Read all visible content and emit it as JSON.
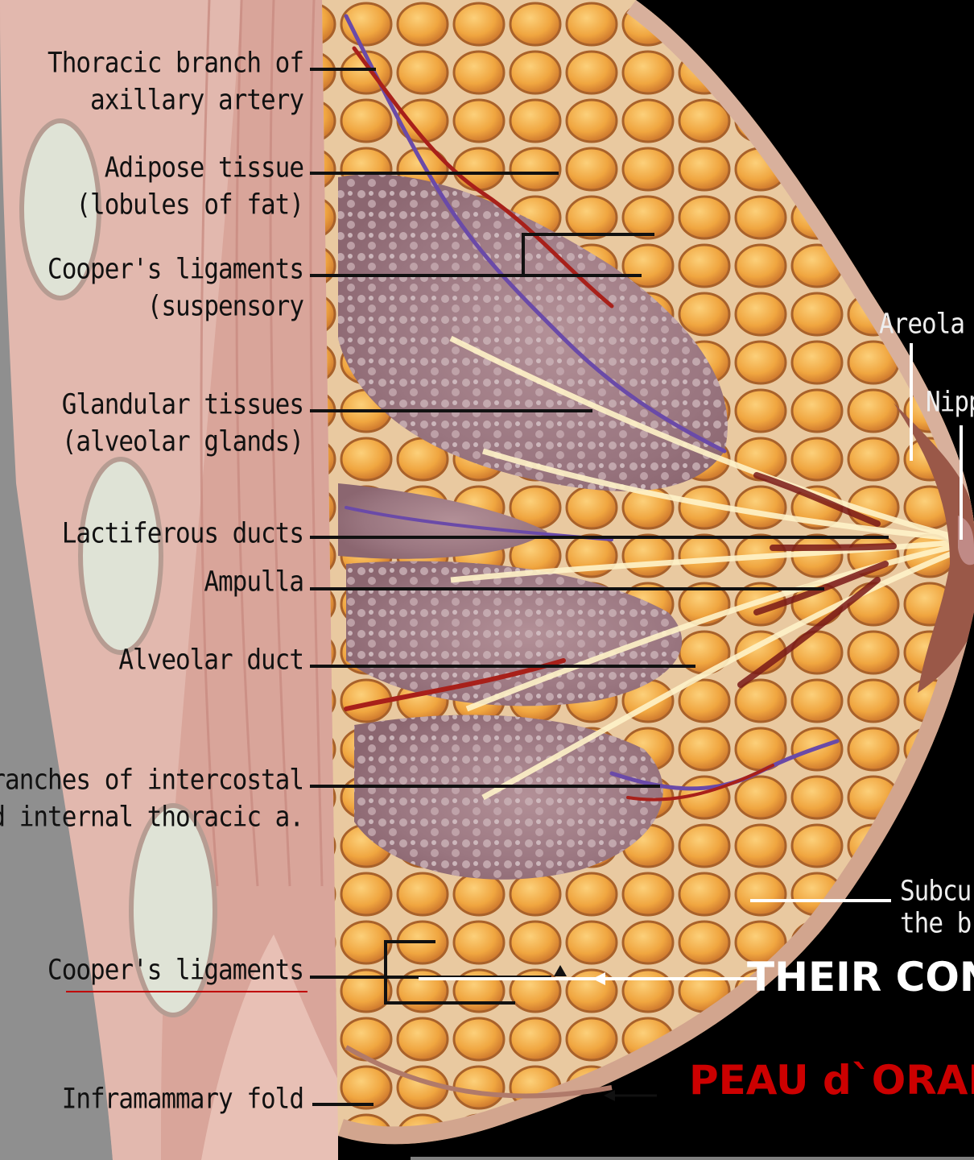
{
  "labels_left": [
    {
      "id": "thoracic",
      "lines": [
        "Thoracic branch of",
        "axillary artery"
      ]
    },
    {
      "id": "adipose",
      "lines": [
        "Adipose tissue",
        "(lobules of fat)"
      ]
    },
    {
      "id": "cooper-top",
      "lines": [
        "Cooper's ligaments",
        "(suspensory"
      ]
    },
    {
      "id": "glandular",
      "lines": [
        "Glandular tissues",
        "(alveolar glands)"
      ]
    },
    {
      "id": "lactiferous",
      "lines": [
        "Lactiferous ducts"
      ]
    },
    {
      "id": "ampulla",
      "lines": [
        "Ampulla"
      ]
    },
    {
      "id": "alveolar-duct",
      "lines": [
        "Alveolar duct"
      ]
    },
    {
      "id": "intercostal",
      "lines": [
        "Branches of intercostal",
        "and internal thoracic a."
      ]
    },
    {
      "id": "cooper-bottom",
      "lines": [
        "Cooper's ligaments"
      ]
    },
    {
      "id": "inframammary",
      "lines": [
        "Inframammary fold"
      ]
    }
  ],
  "labels_right": {
    "areola": "Areola",
    "nipple": "Nipp",
    "subcu_1": "Subcu",
    "subcu_2": "the br"
  },
  "overlay": {
    "contraction": "THEIR CON",
    "peau": "PEAU d`ORAN"
  },
  "colors": {
    "contraction": "#ffffff",
    "peau": "#cc0000",
    "underline": "#c00000"
  }
}
